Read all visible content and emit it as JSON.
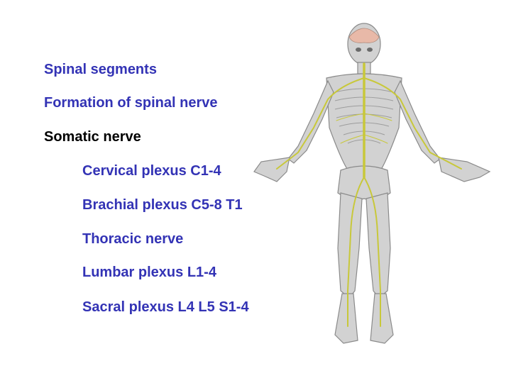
{
  "slide": {
    "outline": [
      {
        "label": "Spinal segments",
        "level": 1,
        "color": "#3333b5"
      },
      {
        "label": "Formation of spinal nerve",
        "level": 1,
        "color": "#3333b5"
      },
      {
        "label": "Somatic nerve",
        "level": 1,
        "color": "#000000"
      },
      {
        "label": "Cervical plexus C1-4",
        "level": 2,
        "color": "#3333b5"
      },
      {
        "label": "Brachial plexus C5-8 T1",
        "level": 2,
        "color": "#3333b5"
      },
      {
        "label": "Thoracic nerve",
        "level": 2,
        "color": "#3333b5"
      },
      {
        "label": "Lumbar plexus L1-4",
        "level": 2,
        "color": "#3333b5"
      },
      {
        "label": "Sacral plexus L4 L5 S1-4",
        "level": 2,
        "color": "#3333b5"
      }
    ],
    "figure": {
      "subject": "human-skeleton-nervous-system-illustration",
      "colors": {
        "bone": "#c9c9c9",
        "outline": "#8a8a8a",
        "nerve": "#c8c83a",
        "brain": "#e8b9a8"
      }
    }
  }
}
